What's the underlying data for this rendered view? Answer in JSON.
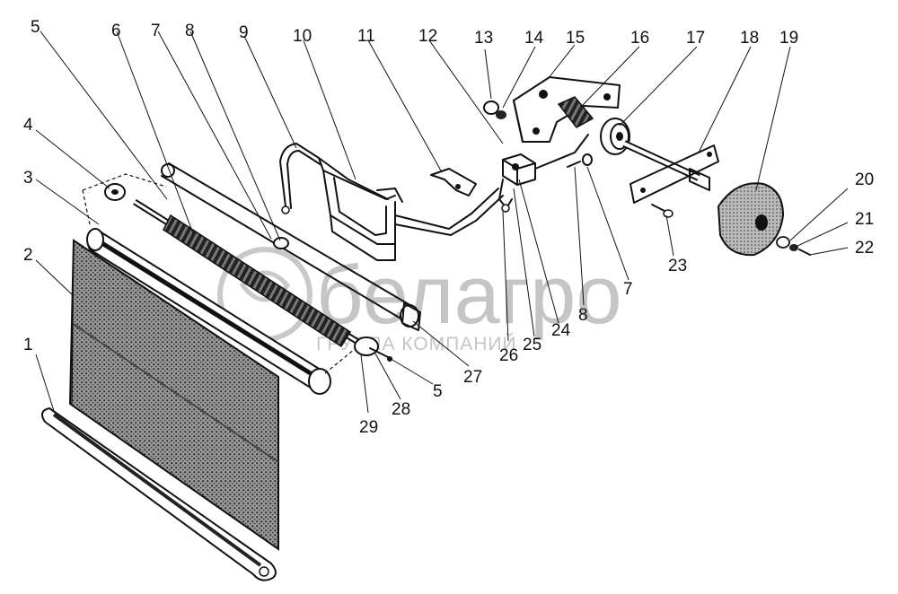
{
  "watermark": {
    "brand": "белагро",
    "subtitle": "ГРУППА КОМПАНИЙ",
    "color": "#bfbfbf"
  },
  "callouts": {
    "c1": "1",
    "c2": "2",
    "c3": "3",
    "c4": "4",
    "c5a": "5",
    "c5b": "5",
    "c6": "6",
    "c7a": "7",
    "c7b": "7",
    "c8a": "8",
    "c8b": "8",
    "c9": "9",
    "c10": "10",
    "c11": "11",
    "c12": "12",
    "c13": "13",
    "c14": "14",
    "c15": "15",
    "c16": "16",
    "c17": "17",
    "c18": "18",
    "c19": "19",
    "c20": "20",
    "c21": "21",
    "c22": "22",
    "c23": "23",
    "c24": "24",
    "c25": "25",
    "c26": "26",
    "c27": "27",
    "c28": "28",
    "c29": "29"
  },
  "colors": {
    "ink": "#111111",
    "mesh": "#6a6a6a",
    "paper": "#ffffff"
  }
}
